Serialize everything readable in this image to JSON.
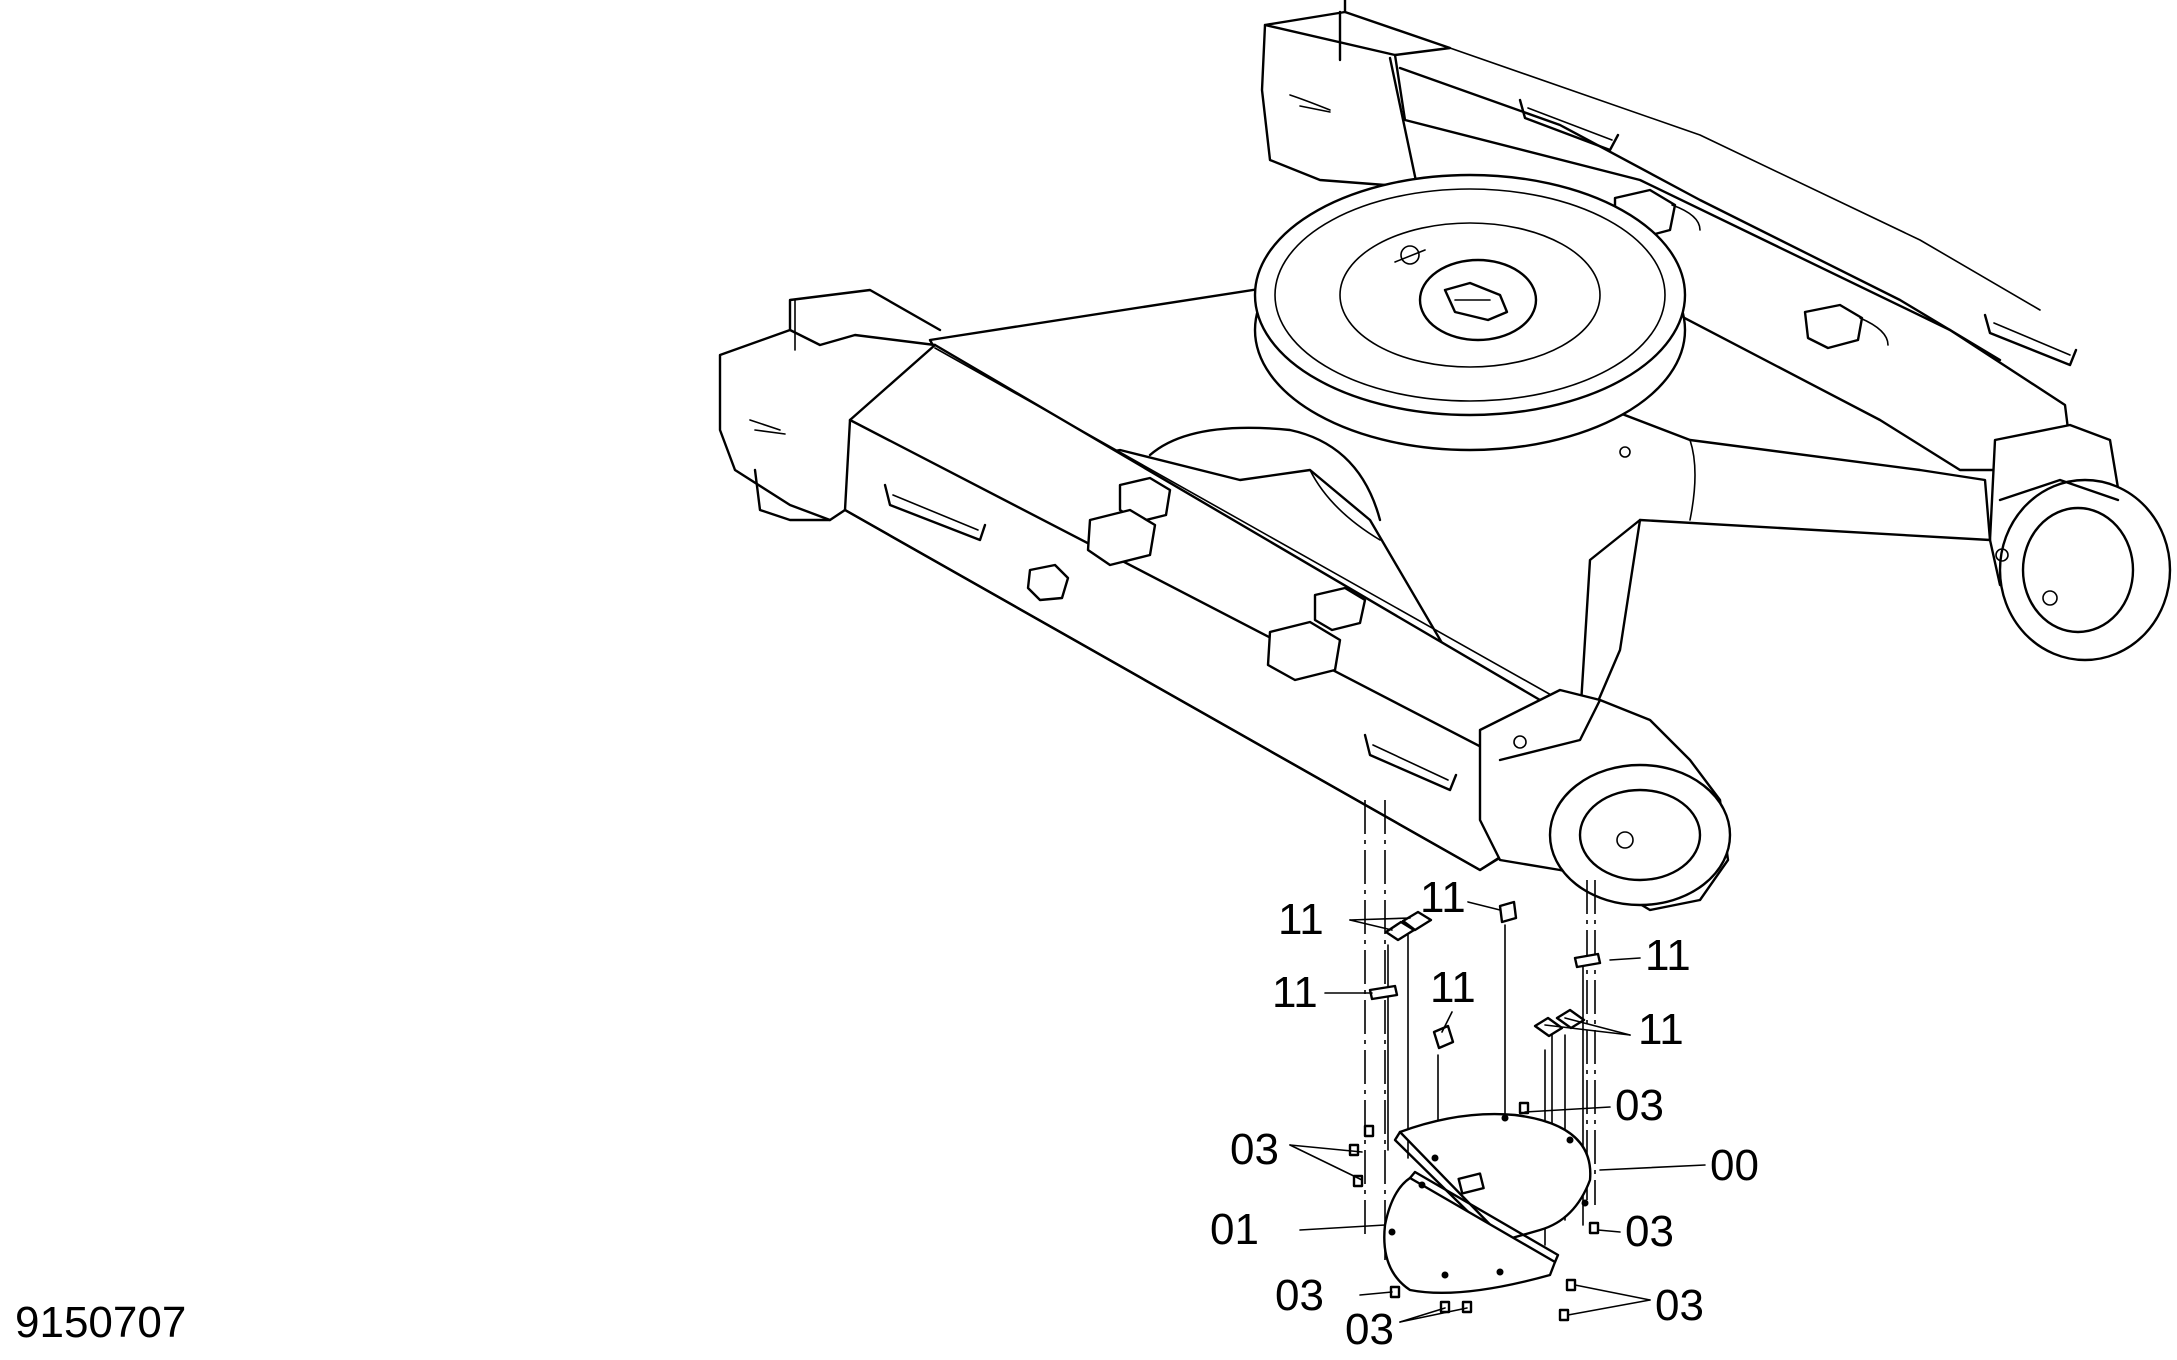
{
  "figure_id": "9150707",
  "callouts": {
    "shim": "11",
    "bolt": "03",
    "cover_assembly": "00",
    "cover_plate": "01"
  },
  "colors": {
    "line": "#000000",
    "background": "#ffffff"
  }
}
